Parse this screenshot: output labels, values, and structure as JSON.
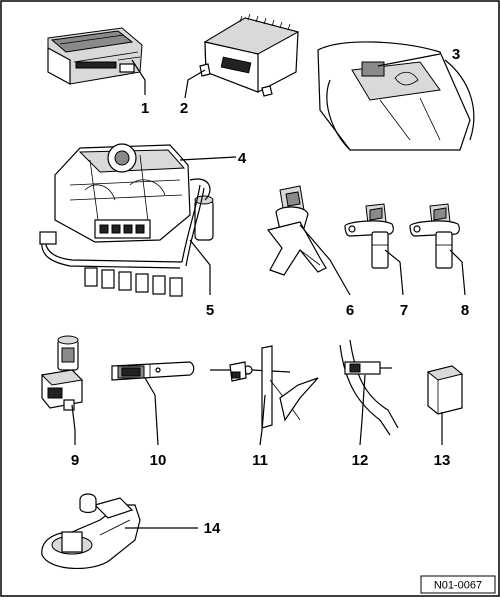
{
  "figure": {
    "reference_code": "N01-0067",
    "callouts": [
      {
        "id": "1",
        "label": "1"
      },
      {
        "id": "2",
        "label": "2"
      },
      {
        "id": "3",
        "label": "3"
      },
      {
        "id": "4",
        "label": "4"
      },
      {
        "id": "5",
        "label": "5"
      },
      {
        "id": "6",
        "label": "6"
      },
      {
        "id": "7",
        "label": "7"
      },
      {
        "id": "8",
        "label": "8"
      },
      {
        "id": "9",
        "label": "9"
      },
      {
        "id": "10",
        "label": "10"
      },
      {
        "id": "11",
        "label": "11"
      },
      {
        "id": "12",
        "label": "12"
      },
      {
        "id": "13",
        "label": "13"
      },
      {
        "id": "14",
        "label": "14"
      }
    ]
  }
}
